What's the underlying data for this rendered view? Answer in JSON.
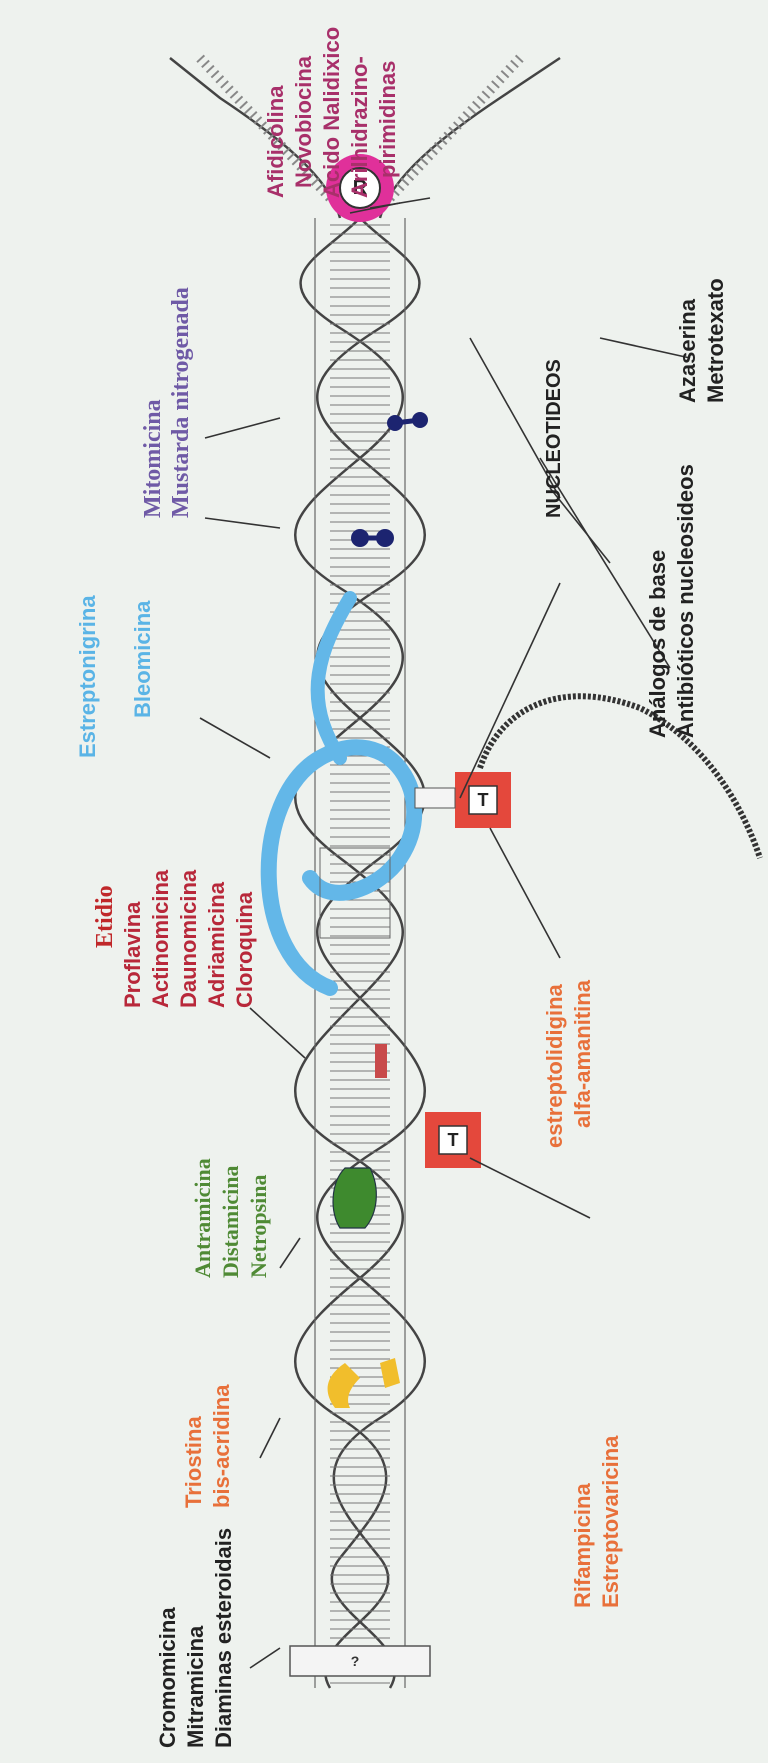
{
  "colors": {
    "background": "#eef2ee",
    "black_label": "#222222",
    "orange_label": "#e8703a",
    "red_label": "#c0282a",
    "dark_red_label": "#b8283a",
    "green_label": "#4f8a35",
    "cyan_label": "#5ab4e6",
    "purple_label": "#6f5aa6",
    "magenta_label": "#a8306a",
    "dna_outline": "#444444",
    "cyan_drug": "#63b7e8",
    "green_drug": "#3e8a2e",
    "yellow_drug": "#f1be2c",
    "red_drug": "#c84a4a",
    "navy_drug": "#1c2470",
    "polymerase_box": "#e4483c",
    "replisome_ring": "#e0309a",
    "rna_strand": "#333333"
  },
  "icons": {
    "polymerase_rna": "red-square-T-icon",
    "replisome": "magenta-ring-R-icon"
  },
  "diagram": {
    "labels": {
      "cromomicina": [
        "Cromomicina",
        "Mitramicina",
        "Diaminas esteroidais"
      ],
      "triostina": [
        "Triostina",
        "bis-acridina"
      ],
      "antramicina": [
        "Antramicina",
        "Distamicina",
        "Netropsina"
      ],
      "etidio": [
        "Etidio",
        "Proflavina",
        "Actinomicina",
        "Daunomicina",
        "Adriamicina",
        "Cloroquina"
      ],
      "estreptonigrina": [
        "Estreptonigrina",
        "Bleomicina"
      ],
      "mitomicina": [
        "Mitomicina",
        "Mustarda nitrogenada"
      ],
      "afidicolina": [
        "Afidicolina",
        "Novobiocina",
        "Acido Nalidixico",
        "Arilhidrazino-",
        "pirimidinas"
      ],
      "rifampicina": [
        "Rifampicina",
        "Estreptovaricina"
      ],
      "estreptolidigina": [
        "estreptolidigina",
        "alfa-amanitina"
      ],
      "nucleotideos": "NUCLEOTIDEOS",
      "analogos": [
        "Análogos de base",
        "Antibióticos nucleosideos"
      ],
      "azaserina": [
        "Azaserina",
        "Metrotexato"
      ]
    },
    "markers": {
      "polymerase_t1": "T",
      "polymerase_t2": "T",
      "replisome": "R",
      "helix_question": "?"
    }
  }
}
